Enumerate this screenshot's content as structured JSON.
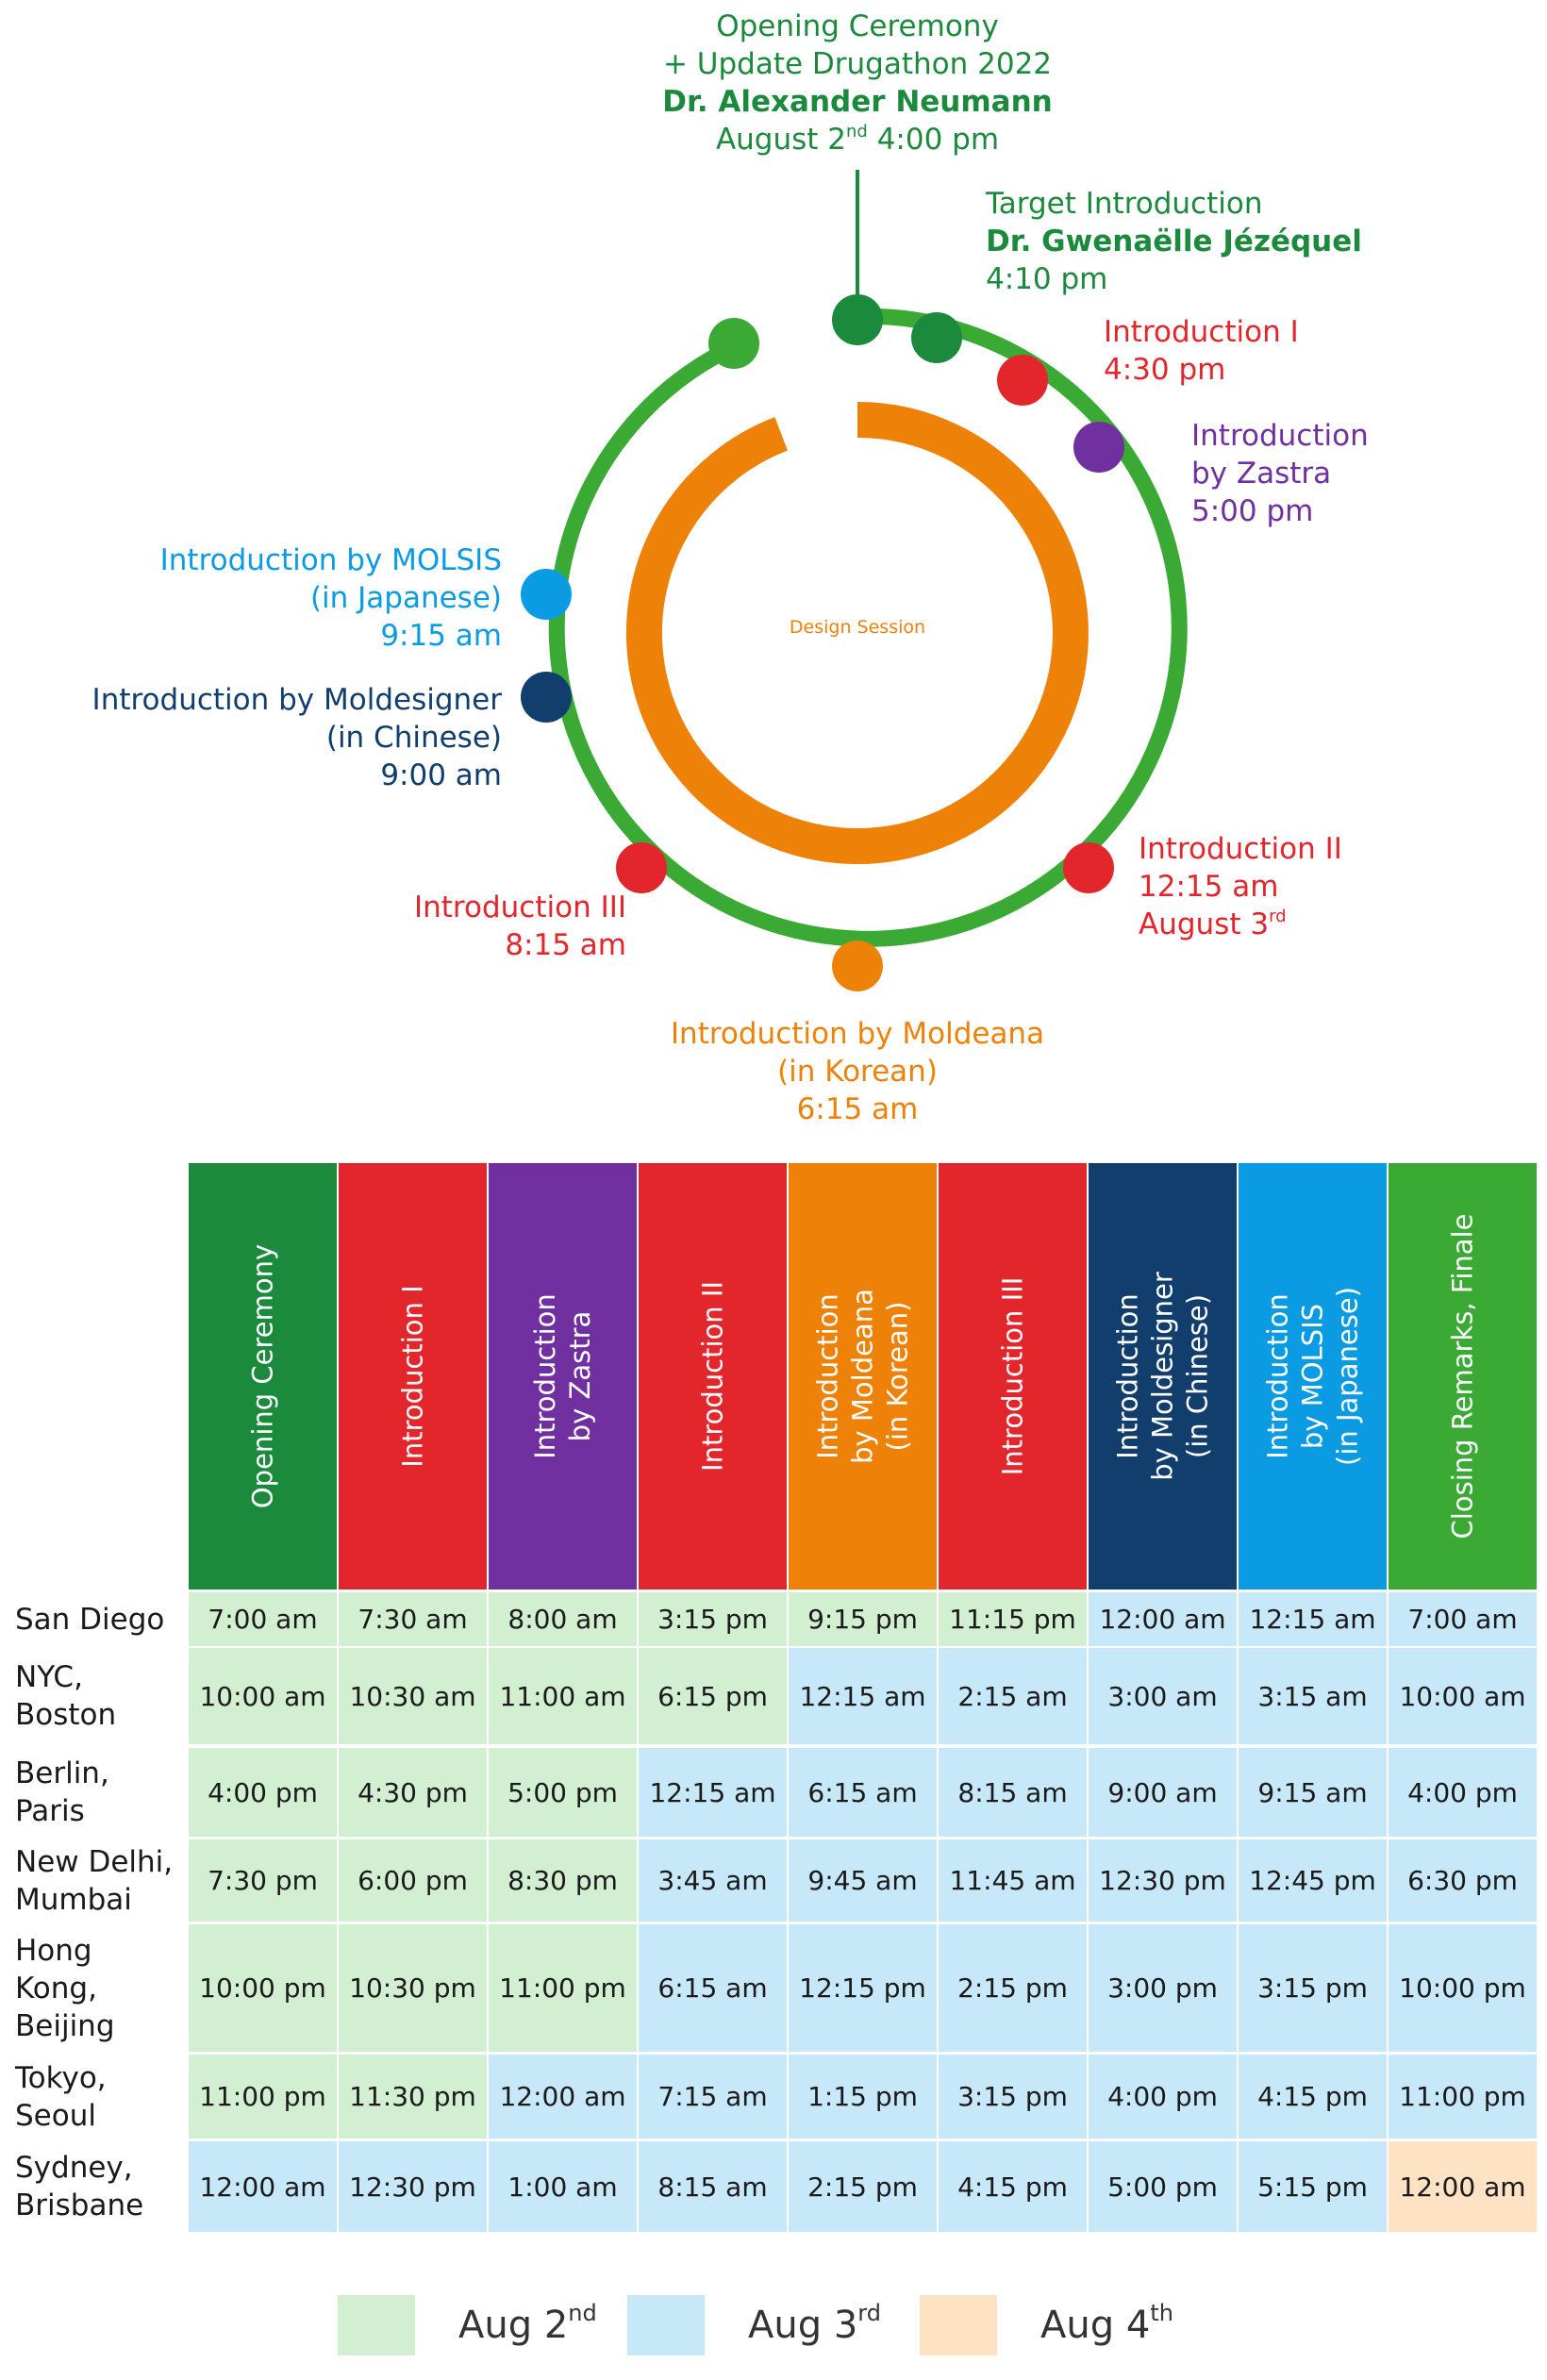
{
  "colors": {
    "green_dark": "#1b8a3c",
    "green": "#3aaa35",
    "red": "#e3262b",
    "purple": "#7030a0",
    "orange": "#ee8208",
    "navy": "#123e6d",
    "blue": "#0a9be3",
    "aug2": "#d3efd2",
    "aug3": "#c7e8f8",
    "aug4": "#fde2c4"
  },
  "diagram": {
    "center_label": "Design Session",
    "opening": {
      "line1": "Opening Ceremony",
      "line2": "+ Update Drugathon 2022",
      "speaker": "Dr. Alexander Neumann",
      "date_month": "August 2",
      "date_suffix": "nd",
      "time": " 4:00 pm"
    },
    "target": {
      "line1": "Target Introduction",
      "speaker": "Dr. Gwenaëlle Jézéquel",
      "time": "4:10 pm"
    },
    "intro1": {
      "line1": "Introduction I",
      "time": "4:30 pm"
    },
    "zastra": {
      "line1": "Introduction",
      "line2": "by Zastra",
      "time": "5:00 pm"
    },
    "intro2": {
      "line1": "Introduction II",
      "time": "12:15 am",
      "date_month": "August 3",
      "date_suffix": "rd"
    },
    "moldeana": {
      "line1": "Introduction by Moldeana",
      "line2": "(in Korean)",
      "time": "6:15 am"
    },
    "intro3": {
      "line1": "Introduction III",
      "time": "8:15 am"
    },
    "moldesigner": {
      "line1": "Introduction by Moldesigner",
      "line2": "(in Chinese)",
      "time": "9:00 am"
    },
    "molsis": {
      "line1": "Introduction by MOLSIS",
      "line2": "(in Japanese)",
      "time": "9:15 am"
    }
  },
  "table": {
    "headers": [
      {
        "lines": [
          "Opening Ceremony"
        ],
        "color": "#1b8a3c"
      },
      {
        "lines": [
          "Introduction I"
        ],
        "color": "#e3262b"
      },
      {
        "lines": [
          "Introduction",
          "by Zastra"
        ],
        "color": "#7030a0"
      },
      {
        "lines": [
          "Introduction II"
        ],
        "color": "#e3262b"
      },
      {
        "lines": [
          "Introduction",
          "by Moldeana",
          "(in Korean)"
        ],
        "color": "#ee8208"
      },
      {
        "lines": [
          "Introduction III"
        ],
        "color": "#e3262b"
      },
      {
        "lines": [
          "Introduction",
          "by Moldesigner",
          "(in Chinese)"
        ],
        "color": "#123e6d"
      },
      {
        "lines": [
          "Introduction",
          "by MOLSIS",
          "(in Japanese)"
        ],
        "color": "#0a9be3"
      },
      {
        "lines": [
          "Closing Remarks, Finale"
        ],
        "color": "#3aaa35"
      }
    ],
    "rows": [
      {
        "city": [
          "San Diego"
        ],
        "times": [
          "7:00 am",
          "7:30 am",
          "8:00 am",
          "3:15 pm",
          "9:15 pm",
          "11:15 pm",
          "12:00 am",
          "12:15 am",
          "7:00 am"
        ],
        "days": [
          2,
          2,
          2,
          2,
          2,
          2,
          3,
          3,
          3
        ]
      },
      {
        "city": [
          "NYC,",
          "Boston"
        ],
        "times": [
          "10:00 am",
          "10:30 am",
          "11:00 am",
          "6:15 pm",
          "12:15 am",
          "2:15 am",
          "3:00 am",
          "3:15 am",
          "10:00 am"
        ],
        "days": [
          2,
          2,
          2,
          2,
          3,
          3,
          3,
          3,
          3
        ]
      },
      {
        "city": [
          "Berlin,",
          "Paris"
        ],
        "times": [
          "4:00 pm",
          "4:30 pm",
          "5:00 pm",
          "12:15 am",
          "6:15 am",
          "8:15 am",
          "9:00 am",
          "9:15 am",
          "4:00 pm"
        ],
        "days": [
          2,
          2,
          2,
          3,
          3,
          3,
          3,
          3,
          3
        ]
      },
      {
        "city": [
          "New Delhi,",
          "Mumbai"
        ],
        "times": [
          "7:30 pm",
          "6:00 pm",
          "8:30 pm",
          "3:45 am",
          "9:45 am",
          "11:45 am",
          "12:30 pm",
          "12:45 pm",
          "6:30 pm"
        ],
        "days": [
          2,
          2,
          2,
          3,
          3,
          3,
          3,
          3,
          3
        ]
      },
      {
        "city": [
          "Hong",
          "Kong,",
          "Beijing"
        ],
        "times": [
          "10:00 pm",
          "10:30 pm",
          "11:00 pm",
          "6:15 am",
          "12:15 pm",
          "2:15 pm",
          "3:00 pm",
          "3:15 pm",
          "10:00 pm"
        ],
        "days": [
          2,
          2,
          2,
          3,
          3,
          3,
          3,
          3,
          3
        ]
      },
      {
        "city": [
          "Tokyo,",
          "Seoul"
        ],
        "times": [
          "11:00 pm",
          "11:30 pm",
          "12:00 am",
          "7:15 am",
          "1:15 pm",
          "3:15 pm",
          "4:00 pm",
          "4:15 pm",
          "11:00 pm"
        ],
        "days": [
          2,
          2,
          3,
          3,
          3,
          3,
          3,
          3,
          3
        ]
      },
      {
        "city": [
          "Sydney,",
          "Brisbane"
        ],
        "times": [
          "12:00 am",
          "12:30 pm",
          "1:00 am",
          "8:15 am",
          "2:15 pm",
          "4:15 pm",
          "5:00 pm",
          "5:15 pm",
          "12:00 am"
        ],
        "days": [
          3,
          3,
          3,
          3,
          3,
          3,
          3,
          3,
          4
        ]
      }
    ]
  },
  "legend": [
    {
      "label": "Aug 2",
      "suffix": "nd",
      "color": "#d3efd2"
    },
    {
      "label": "Aug 3",
      "suffix": "rd",
      "color": "#c7e8f8"
    },
    {
      "label": "Aug 4",
      "suffix": "th",
      "color": "#fde2c4"
    }
  ]
}
